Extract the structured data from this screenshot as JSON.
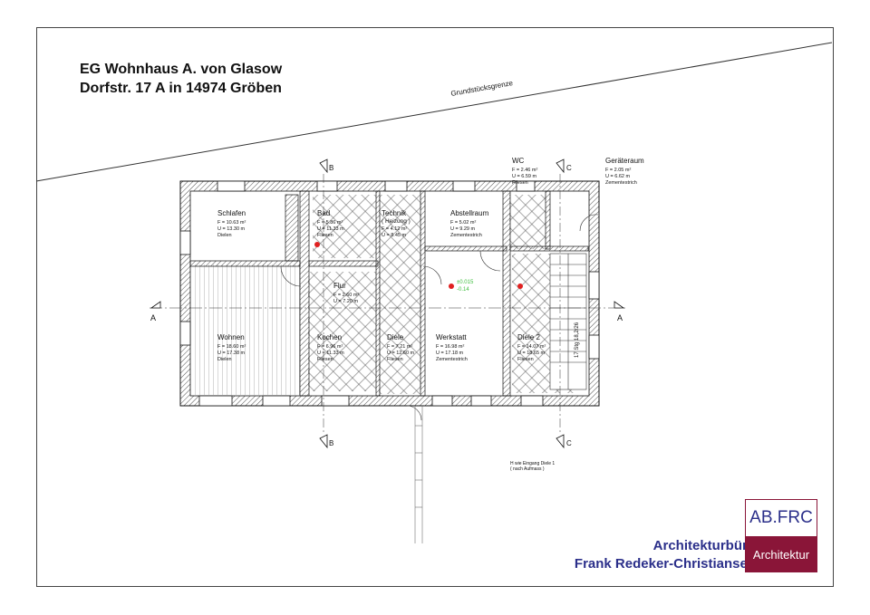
{
  "title": {
    "line1": "EG Wohnhaus A. von Glasow",
    "line2": "Dorfstr. 17 A in 14974 Gröben"
  },
  "boundary_label": "Grundstücksgrenze",
  "section_labels": {
    "a": "A",
    "b": "B",
    "c": "C"
  },
  "rooms": [
    {
      "id": "schlafen",
      "name": "Schlafen",
      "f": "F = 10.63 m²",
      "u": "U = 13.30 m",
      "floor": "Dielen"
    },
    {
      "id": "bad",
      "name": "Bad",
      "f": "F = 5.86 m²",
      "u": "U = 11.33 m",
      "floor": "Fliesen"
    },
    {
      "id": "technik",
      "name": "Technik",
      "sub": "( Heizung )",
      "f": "F = 4.12 m²",
      "u": "U = 8.45 m",
      "floor": ""
    },
    {
      "id": "abstellraum",
      "name": "Abstellraum",
      "f": "F = 5.02 m²",
      "u": "U = 9.29 m",
      "floor": "Zementestrich"
    },
    {
      "id": "wc",
      "name": "WC",
      "f": "F = 2.46 m²",
      "u": "U = 6.59 m",
      "floor": "Fliesen"
    },
    {
      "id": "geraeteraum",
      "name": "Geräteraum",
      "f": "F = 2.05 m²",
      "u": "U = 6.62 m",
      "floor": "Zementestrich"
    },
    {
      "id": "flur",
      "name": "Flur",
      "f": "F = 2.60 m²",
      "u": "U = 7.20 m",
      "floor": ""
    },
    {
      "id": "wohnen",
      "name": "Wohnen",
      "f": "F = 18.60 m²",
      "u": "U = 17.38 m",
      "floor": "Dielen"
    },
    {
      "id": "kochen",
      "name": "Kochen",
      "f": "F = 6.96 m²",
      "u": "U = 11.33 m",
      "floor": "Fliesen"
    },
    {
      "id": "diele",
      "name": "Diele",
      "f": "F = 7.21 m²",
      "u": "U = 12.60 m",
      "floor": "Fliesen"
    },
    {
      "id": "werkstatt",
      "name": "Werkstatt",
      "f": "F = 16.98 m²",
      "u": "U = 17.18 m",
      "floor": "Zementestrich"
    },
    {
      "id": "diele2",
      "name": "Diele 2",
      "f": "F = 14.07 m²",
      "u": "U = 18.65 m",
      "floor": "Fliesen"
    }
  ],
  "levels": {
    "l1": "±0.015",
    "l2": "-0.14"
  },
  "stair_label": "17 Stg 18,2/26",
  "notes": {
    "entrance": "H wie Eingang Diele 1",
    "entrance2": "( nach Aufmass )"
  },
  "office": {
    "line1": "Architekturbüro",
    "line2": "Frank Redeker-Christiansen"
  },
  "logo": {
    "top": "AB.FRC",
    "bottom": "Architektur"
  },
  "colors": {
    "ink": "#1a1a1a",
    "office_blue": "#2b2f8a",
    "logo_red": "#8a1538",
    "level_green": "#3fbf3f",
    "marker_red": "#e02020"
  }
}
